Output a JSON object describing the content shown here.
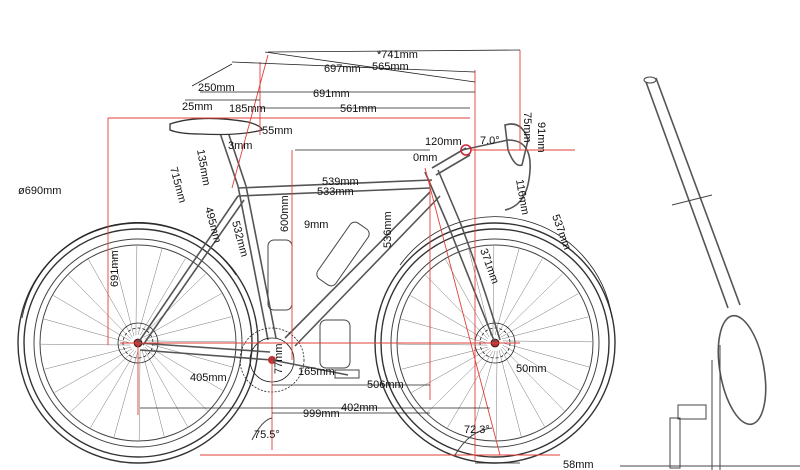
{
  "dimensions": {
    "d741": "*741mm",
    "d697": "697mm",
    "d565": "565mm",
    "d250": "250mm",
    "d691_top": "691mm",
    "d25": "25mm",
    "d185": "185mm",
    "d561": "561mm",
    "d55": "55mm",
    "d75": "75mm",
    "d120": "120mm",
    "d7deg": "7.0°",
    "d91": "91mm",
    "d3": "3mm",
    "d0": "0mm",
    "d135": "135mm",
    "d539": "539mm",
    "d533": "533mm",
    "d116": "116mm",
    "d715": "715mm",
    "d690": "ø690mm",
    "d495": "495mm",
    "d600": "600mm",
    "d9": "9mm",
    "d532": "532mm",
    "d536": "536mm",
    "d537": "537mm",
    "d691_left": "691mm",
    "d371": "371mm",
    "d50": "50mm",
    "d405": "405mm",
    "d165": "165mm",
    "d77": "77mm",
    "d506": "506mm",
    "d402": "402mm",
    "d999": "999mm",
    "d75deg": "75.5°",
    "d72deg": "72.3°",
    "d58": "58mm"
  }
}
